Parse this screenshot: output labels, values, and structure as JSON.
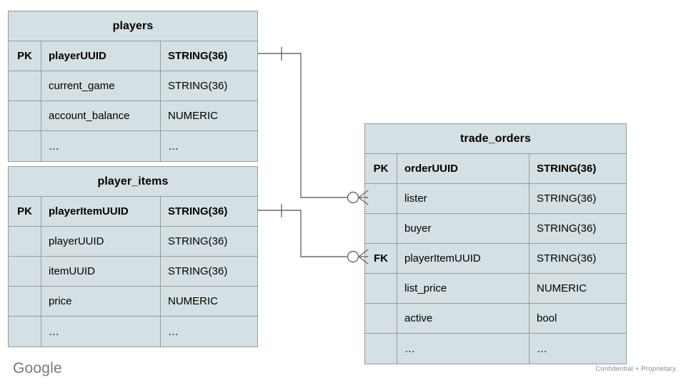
{
  "diagram": {
    "type": "entity-relationship-diagram",
    "notation": "crow's foot",
    "colors": {
      "entity_fill": "#d4e0e3",
      "entity_border": "#9a9a9a",
      "connector": "#6b6b6b",
      "background": "#ffffff",
      "footer_text": "#8a8a8a"
    },
    "entities": [
      {
        "name": "players",
        "columns": [
          {
            "key": "PK",
            "field": "playerUUID",
            "type": "STRING(36)"
          },
          {
            "key": "",
            "field": "current_game",
            "type": "STRING(36)"
          },
          {
            "key": "",
            "field": "account_balance",
            "type": "NUMERIC"
          },
          {
            "key": "",
            "field": "…",
            "type": "…"
          }
        ]
      },
      {
        "name": "player_items",
        "columns": [
          {
            "key": "PK",
            "field": "playerItemUUID",
            "type": "STRING(36)"
          },
          {
            "key": "",
            "field": "playerUUID",
            "type": "STRING(36)"
          },
          {
            "key": "",
            "field": "itemUUID",
            "type": "STRING(36)"
          },
          {
            "key": "",
            "field": "price",
            "type": "NUMERIC"
          },
          {
            "key": "",
            "field": "…",
            "type": "…"
          }
        ]
      },
      {
        "name": "trade_orders",
        "columns": [
          {
            "key": "PK",
            "field": "orderUUID",
            "type": "STRING(36)"
          },
          {
            "key": "",
            "field": "lister",
            "type": "STRING(36)"
          },
          {
            "key": "",
            "field": "buyer",
            "type": "STRING(36)"
          },
          {
            "key": "FK",
            "field": "playerItemUUID",
            "type": "STRING(36)"
          },
          {
            "key": "",
            "field": "list_price",
            "type": "NUMERIC"
          },
          {
            "key": "",
            "field": "active",
            "type": "bool"
          },
          {
            "key": "",
            "field": "…",
            "type": "…"
          }
        ]
      }
    ],
    "relationships": [
      {
        "from_entity": "players",
        "from_field": "playerUUID",
        "from_cardinality": "one",
        "to_entity": "trade_orders",
        "to_field": "lister",
        "to_cardinality": "zero-or-many"
      },
      {
        "from_entity": "player_items",
        "from_field": "playerItemUUID",
        "from_cardinality": "one",
        "to_entity": "trade_orders",
        "to_field": "playerItemUUID",
        "to_cardinality": "zero-or-many"
      }
    ]
  },
  "footer": {
    "logo": "Google",
    "note": "Confidential + Proprietary"
  }
}
